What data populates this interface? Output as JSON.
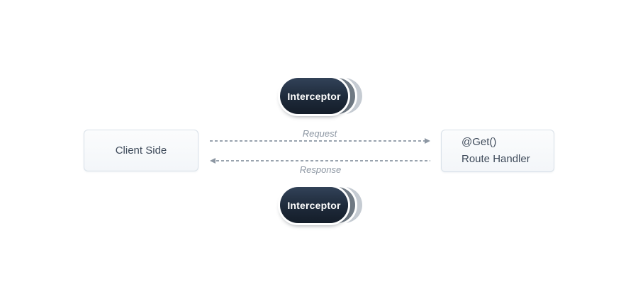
{
  "diagram": {
    "client_box": {
      "label": "Client Side"
    },
    "route_handler_box": {
      "decorator": "@Get()",
      "label": "Route Handler"
    },
    "interceptors": {
      "top": "Interceptor",
      "bottom": "Interceptor"
    },
    "request_arrow": {
      "label": "Request",
      "direction": "right"
    },
    "response_arrow": {
      "label": "Response",
      "direction": "left"
    },
    "colors": {
      "pill_dark": "#1e2a3a",
      "pill_gradient_top": "#324258",
      "stack_mid_gray": "#6f7983",
      "stack_light_gray": "#c5cbd2",
      "box_background": "#f6f9fb",
      "box_border": "#d9e1e9",
      "box_text": "#3f4b5b",
      "arrow_gray": "#99a3ae",
      "label_gray": "#8d97a3",
      "page_background": "#ffffff"
    }
  }
}
